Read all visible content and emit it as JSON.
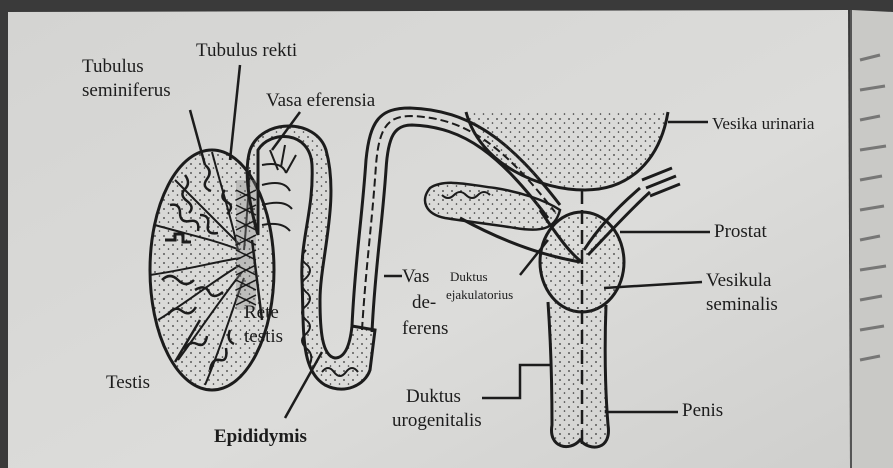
{
  "labels": {
    "tubulus_seminiferus_1": "Tubulus",
    "tubulus_seminiferus_2": "seminiferus",
    "tubulus_rekti": "Tubulus rekti",
    "vasa_eferensia": "Vasa eferensia",
    "vesika_urinaria": "Vesika urinaria",
    "prostat": "Prostat",
    "vas_deferens_1": "Vas",
    "vas_deferens_2": "de-",
    "vas_deferens_3": "ferens",
    "duktus_ejakulatorius_1": "Duktus",
    "duktus_ejakulatorius_2": "ejakulatorius",
    "vesikula_seminalis_1": "Vesikula",
    "vesikula_seminalis_2": "seminalis",
    "rete_testis_1": "Rete",
    "rete_testis_2": "testis",
    "testis": "Testis",
    "epididymis": "Epididymis",
    "duktus_urogenitalis_1": "Duktus",
    "duktus_urogenitalis_2": "urogenitalis",
    "penis": "Penis"
  },
  "colors": {
    "page": "#d8d8d6",
    "ink": "#1c1c1c",
    "background": "#3a3a3a"
  }
}
